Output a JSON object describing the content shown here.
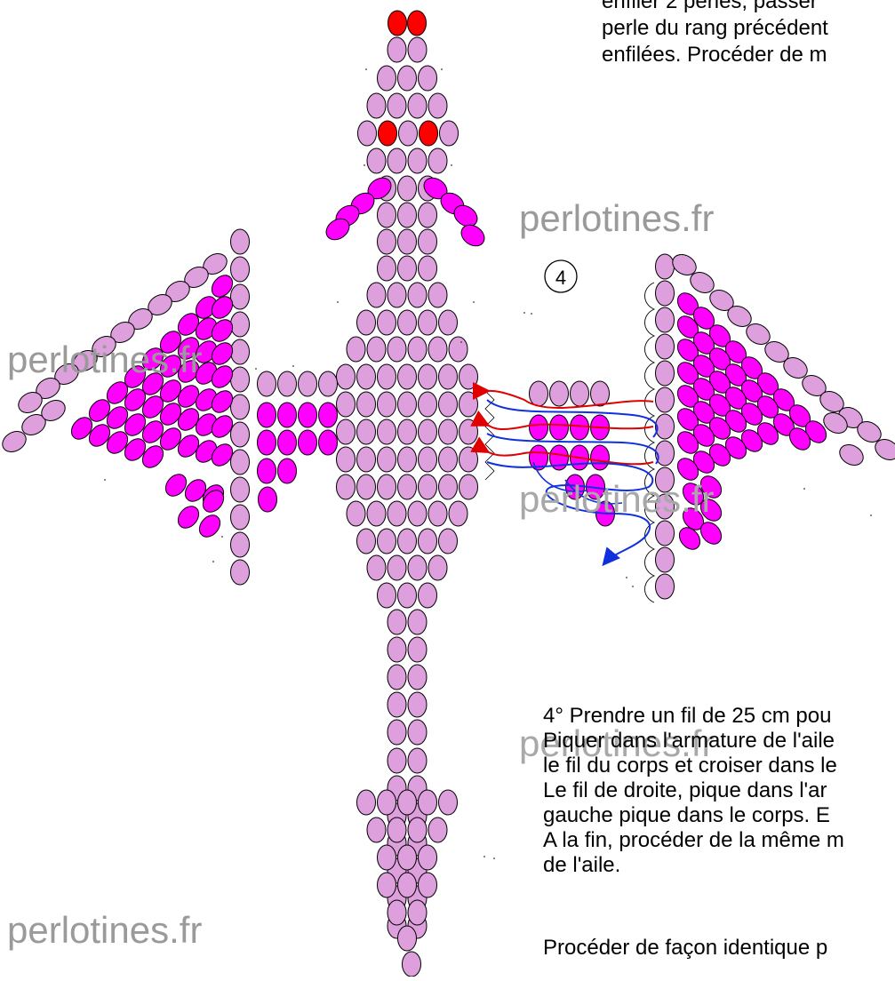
{
  "step_number": "4",
  "watermark": "perlotines.fr",
  "top_instruction": {
    "lines": [
      "enfiler 2 perles, passer",
      "perle du rang précédent",
      "enfilées. Procéder de m"
    ]
  },
  "bottom_instruction": {
    "lines": [
      "4° Prendre un fil de 25 cm pou",
      "Piquer dans l'armature de l'aile",
      "le fil du corps et croiser dans le",
      "Le fil de droite, pique dans l'ar",
      "gauche pique dans le corps. E",
      "A la fin, procéder de la même m",
      "de l'aile.",
      "",
      "Procéder de façon identique p"
    ]
  },
  "colors": {
    "bead_pink": "#dda0dd",
    "bead_magenta": "#ff00ff",
    "bead_red": "#ff0000",
    "thread_red": "#e00000",
    "thread_blue": "#1030e0",
    "outline": "#000000"
  }
}
